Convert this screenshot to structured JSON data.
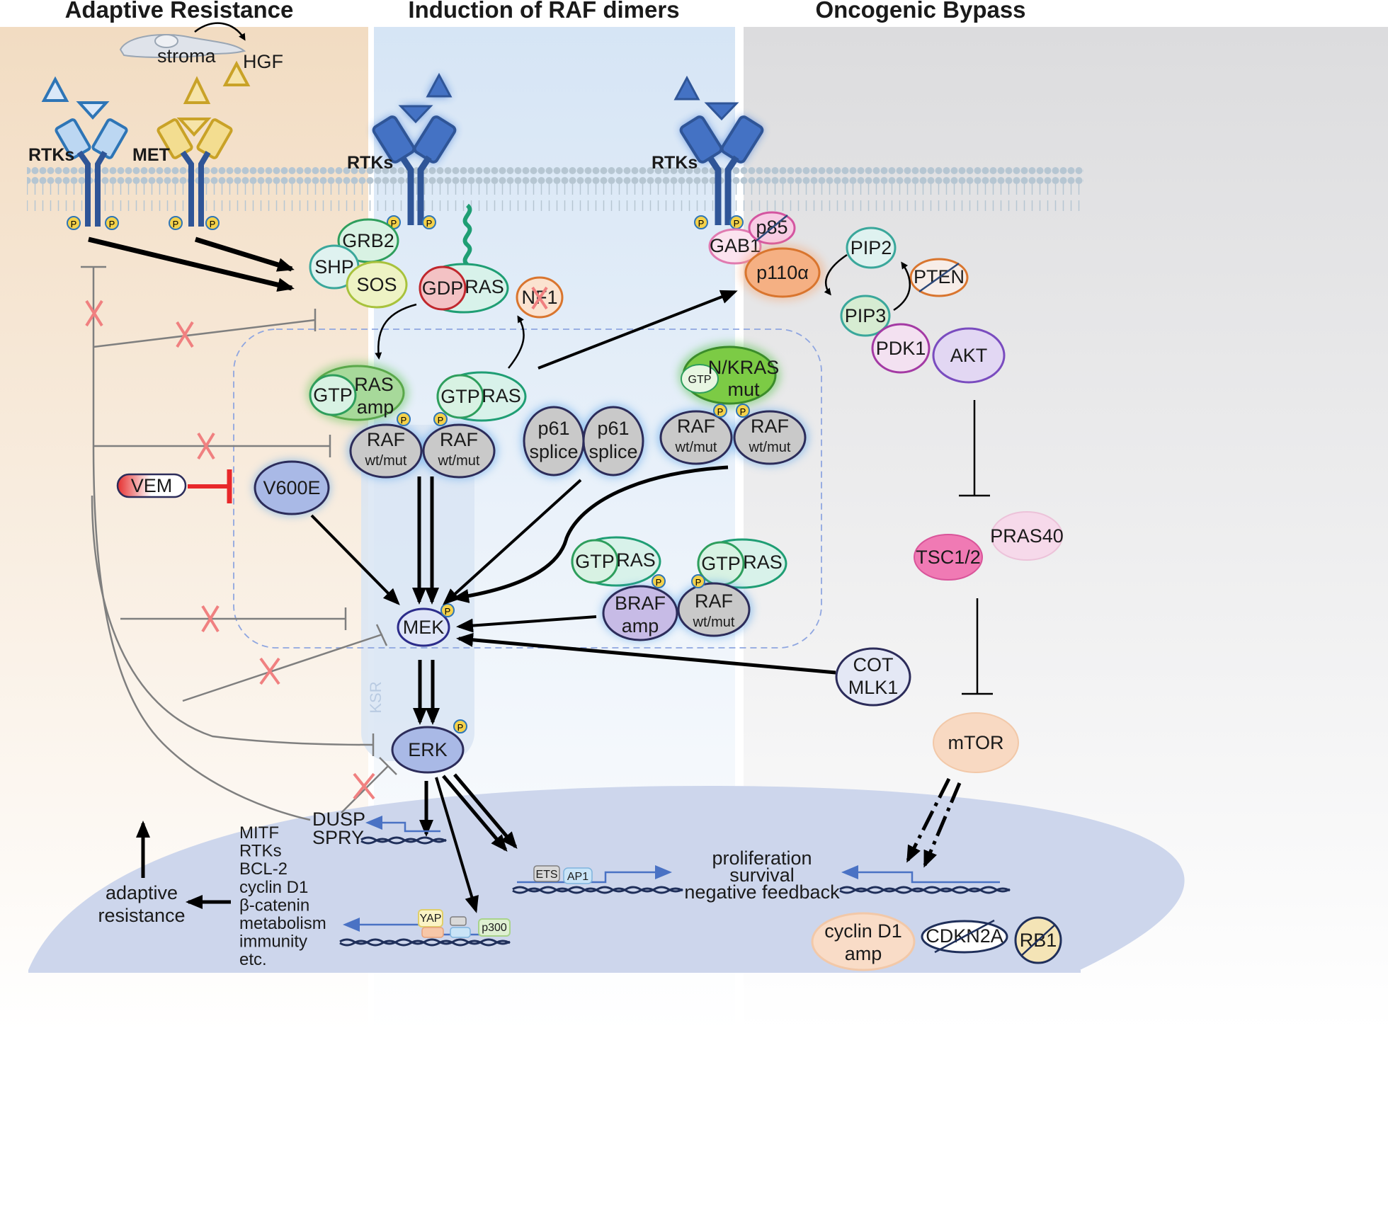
{
  "headers": {
    "left": "Adaptive Resistance",
    "middle": "Induction of RAF dimers",
    "right": "Oncogenic Bypass"
  },
  "receptors": {
    "rtks_left": "RTKs",
    "met": "MET",
    "rtks_middle": "RTKs",
    "rtks_right": "RTKs",
    "stroma": "stroma",
    "hgf": "HGF",
    "phospho": "P"
  },
  "nodes": {
    "grb2": "GRB2",
    "shp": "SHP",
    "sos": "SOS",
    "gdp": "GDP",
    "ras": "RAS",
    "nf1": "NF1",
    "gab1": "GAB1",
    "p85": "p85",
    "p110a": "p110α",
    "pip2": "PIP2",
    "pten": "PTEN",
    "pip3": "PIP3",
    "pdk1": "PDK1",
    "akt": "AKT",
    "gtp": "GTP",
    "ras_amp_1": "RAS",
    "ras_amp_2": "amp",
    "nkras_1": "N/KRAS",
    "nkras_2": "mut",
    "raf": "RAF",
    "wtmut": "wt/mut",
    "p61": "p61",
    "splice": "splice",
    "vem": "VEM",
    "v600e": "V600E",
    "braf": "BRAF",
    "amp": "amp",
    "mek": "MEK",
    "erk": "ERK",
    "cot": "COT",
    "mlk1": "MLK1",
    "ksr": "KSR",
    "tsc": "TSC1/2",
    "pras40": "PRAS40",
    "mtor": "mTOR"
  },
  "nucleus": {
    "dusp": "DUSP",
    "spry": "SPRY",
    "targets": [
      "MITF",
      "RTKs",
      "BCL-2",
      "cyclin D1",
      "β-catenin",
      "metabolism",
      "immunity",
      "etc."
    ],
    "adaptive_1": "adaptive",
    "adaptive_2": "resistance",
    "ets": "ETS",
    "ap1": "AP1",
    "yap": "YAP",
    "p300": "p300",
    "outcome_1": "proliferation",
    "outcome_2": "survival",
    "outcome_3": "negative feedback",
    "cyclin_1": "cyclin D1",
    "cyclin_2": "amp",
    "cdkn2a": "CDKN2A",
    "rb1": "RB1"
  },
  "colors": {
    "left_bg": "#f4e3cf",
    "middle_bg": "#dce8f6",
    "right_bg": "#e2e2e4",
    "membrane": "#b8c8d4",
    "receptor": "#2f5597",
    "nucleus": "#c9d3ea",
    "inhibit_cross": "#f08080",
    "vem_red": "#e8282a"
  }
}
